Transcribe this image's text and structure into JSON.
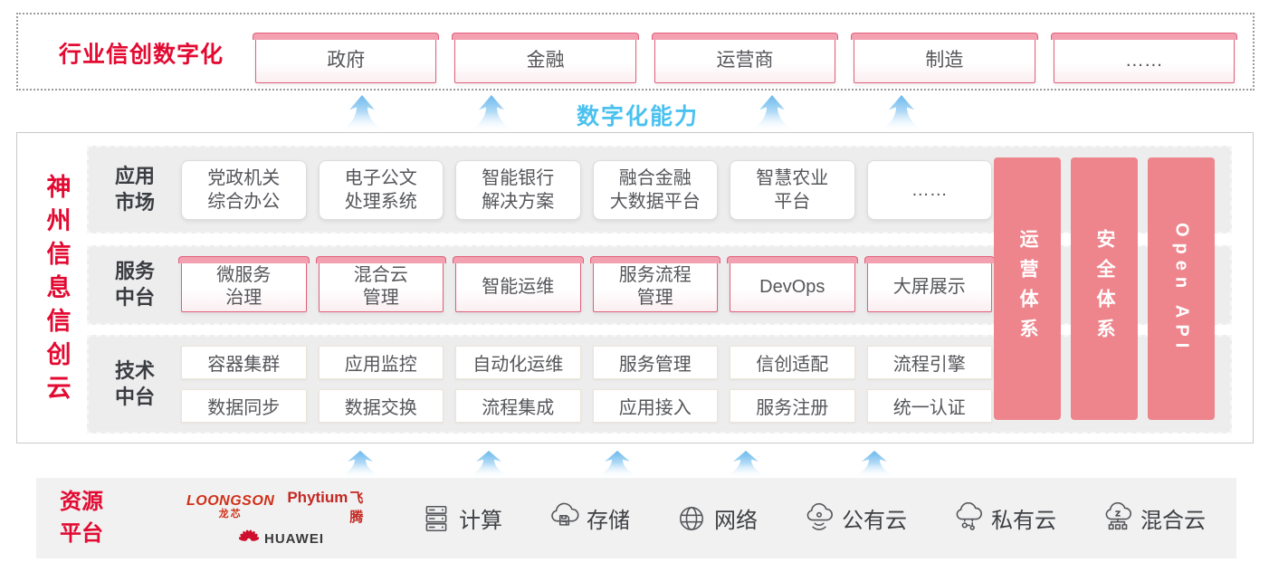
{
  "colors": {
    "brand_red": "#e30a32",
    "pillar_pink": "#ee858c",
    "capability_blue": "#4bc1f0",
    "box_border_pink": "#e0607b",
    "row_gray": "#ededed"
  },
  "top_banner": {
    "title": "行业信创数字化",
    "industries": [
      "政府",
      "金融",
      "运营商",
      "制造",
      "……"
    ]
  },
  "capability_label": "数字化能力",
  "cloud": {
    "title": "神州信息信创云",
    "rows": [
      {
        "label": "应用\n市场",
        "items": [
          "党政机关\n综合办公",
          "电子公文\n处理系统",
          "智能银行\n解决方案",
          "融合金融\n大数据平台",
          "智慧农业\n平台",
          "……"
        ]
      },
      {
        "label": "服务\n中台",
        "items": [
          "微服务\n治理",
          "混合云\n管理",
          "智能运维",
          "服务流程\n管理",
          "DevOps",
          "大屏展示"
        ]
      },
      {
        "label": "技术\n中台",
        "items_row1": [
          "容器集群",
          "应用监控",
          "自动化运维",
          "服务管理",
          "信创适配",
          "流程引擎"
        ],
        "items_row2": [
          "数据同步",
          "数据交换",
          "流程集成",
          "应用接入",
          "服务注册",
          "统一认证"
        ]
      }
    ],
    "pillars": [
      "运营体系",
      "安全体系",
      "Open API"
    ]
  },
  "resource_platform": {
    "title": "资源\n平台",
    "vendors": {
      "loongson": "LOONGSON",
      "loongson_cn": "龙芯",
      "phytium": "Phytium",
      "phytium_cn": "飞腾",
      "huawei": "HUAWEI"
    },
    "resources": [
      {
        "icon": "server-icon",
        "label": "计算"
      },
      {
        "icon": "storage-cloud-icon",
        "label": "存储"
      },
      {
        "icon": "network-globe-icon",
        "label": "网络"
      },
      {
        "icon": "public-cloud-icon",
        "label": "公有云"
      },
      {
        "icon": "private-cloud-icon",
        "label": "私有云"
      },
      {
        "icon": "hybrid-cloud-icon",
        "label": "混合云"
      }
    ]
  }
}
